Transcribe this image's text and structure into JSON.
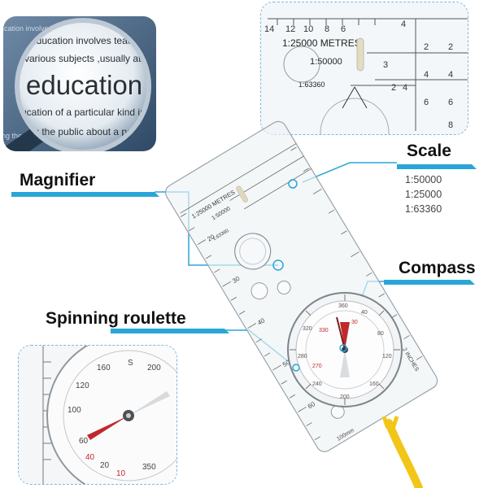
{
  "labels": {
    "magnifier": "Magnifier",
    "scale": "Scale",
    "compass": "Compass",
    "spinning_roulette": "Spinning roulette"
  },
  "scale_values": [
    "1:50000",
    "1:25000",
    "1:63360"
  ],
  "magnifier_photo": {
    "big_word": "education",
    "lines": [
      "education involves teachin",
      "various subjects ,usually at a",
      "ucation of a particular kind in",
      "ing the public about a pa"
    ]
  },
  "ruler_text": {
    "metres": "1:25000 METRES",
    "s50000": "1:50000",
    "s63360": "1:63360",
    "inches": "2 INCHES",
    "mm": "100mm"
  },
  "colors": {
    "accent": "#29a6d9",
    "needle_red": "#c0282d",
    "lanyard": "#f2c619"
  }
}
